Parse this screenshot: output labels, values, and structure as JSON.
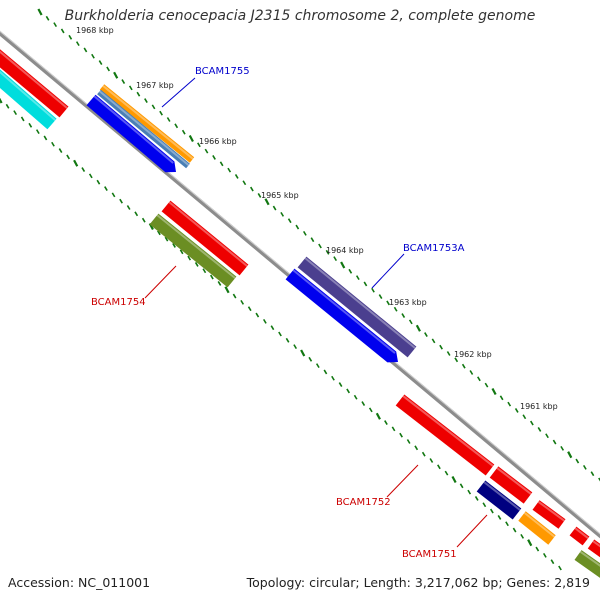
{
  "title": "Burkholderia cenocepacia J2315 chromosome 2, complete genome",
  "accession": "Accession: NC_011001",
  "summary": "Topology: circular; Length: 3,217,062 bp; Genes: 2,819",
  "tick_labels": [
    "1968 kbp",
    "1967 kbp",
    "1966 kbp",
    "1965 kbp",
    "1964 kbp",
    "1963 kbp",
    "1962 kbp",
    "1961 kbp"
  ],
  "gene_labels": {
    "BCAM1755": "BCAM1755",
    "BCAM1754": "BCAM1754",
    "BCAM1753A": "BCAM1753A",
    "BCAM1752": "BCAM1752",
    "BCAM1751": "BCAM1751"
  },
  "colors": {
    "backbone": "#8c8c8c",
    "tick": "#117711",
    "label_blue": "#0000cc",
    "label_red": "#cc0000",
    "red": "#ee0000",
    "blue": "#0000ee",
    "cyan": "#00dddd",
    "orange": "#ff9900",
    "steelblue": "#4a7fb5",
    "olive": "#6b8e23",
    "slate": "#4b3f8f",
    "navy": "#000080"
  }
}
